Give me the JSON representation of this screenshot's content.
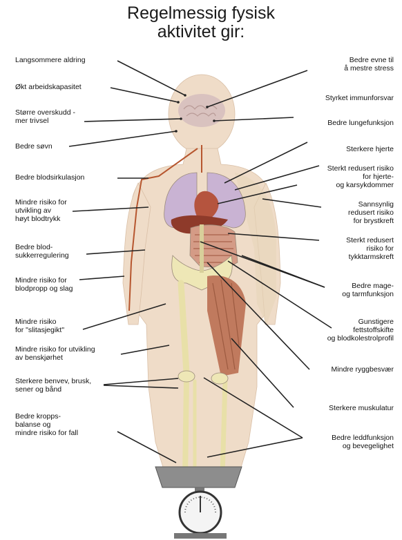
{
  "title": [
    "Regelmessig fysisk",
    "aktivitet gir:"
  ],
  "colors": {
    "skin": "#efdcc8",
    "skin_edge": "#d9bfa6",
    "lung": "#c9b3d3",
    "heart": "#b5543e",
    "liver": "#8e3a2a",
    "intestine": "#d49b86",
    "muscle": "#c07a5e",
    "bone": "#eee7b6",
    "brain": "#d9c2bf",
    "leader_line": "#222222",
    "scale_platform": "#8d8d8d"
  },
  "labels_left": [
    "Langsommere aldring",
    "Økt arbeidskapasitet",
    "Større overskudd -\nmer trivsel",
    "Bedre søvn",
    "Bedre blodsirkulasjon",
    "Mindre risiko for\nutvikling av\nhøyt blodtrykk",
    "Bedre blod-\nsukkerregulering",
    "Mindre risiko for\nblodpropp og slag",
    "Mindre risiko\nfor \"slitasjegikt\"",
    "Mindre risiko for utvikling\nav benskjørhet",
    "Sterkere benvev, brusk,\nsener og bånd",
    "Bedre kropps-\nbalanse og\nmindre risiko for fall"
  ],
  "labels_right": [
    "Bedre evne til\nå mestre stress",
    "Styrket immunforsvar",
    "Bedre lungefunksjon",
    "Sterkere hjerte",
    "Sterkt redusert risiko\nfor hjerte-\nog karsykdommer",
    "Sannsynlig\nredusert risiko\nfor brystkreft",
    "Sterkt redusert\nrisiko for\ntykktarmskreft",
    "Bedre mage-\nog tarmfunksjon",
    "Gunstigere\nfettstoffskifte\nog blodkolestrolprofil",
    "Mindre ryggbesvær",
    "Sterkere muskulatur",
    "Bedre leddfunksjon\nog bevegelighet"
  ]
}
